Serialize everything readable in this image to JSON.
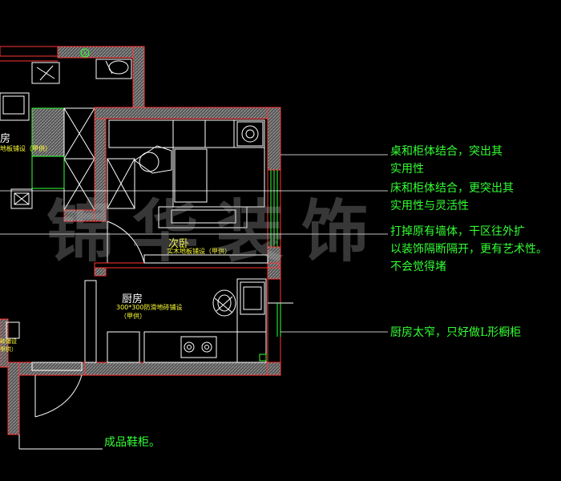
{
  "watermark": "锦华装饰",
  "colors": {
    "background": "#000000",
    "wall_outline": "#ff3333",
    "wall_hatch": "#8a8a8a",
    "furniture": "#ffffff",
    "annotation": "#33ff33",
    "room_note": "#ffff33",
    "leader_line": "#ffffff"
  },
  "rooms": {
    "left_room": {
      "name": "房",
      "floor": "地板铺设（甲供）"
    },
    "second_bedroom": {
      "name": "次卧",
      "floor": "实木地板铺设（甲供）"
    },
    "kitchen": {
      "name": "厨房",
      "floor_line1": "300*300防滑地砖铺设",
      "floor_line2": "（甲供）"
    },
    "left_edge": {
      "line1": "砖铺设",
      "line2": "甲供）"
    }
  },
  "annotations": [
    {
      "lines": [
        "桌和柜体结合，突出其",
        "实用性"
      ]
    },
    {
      "lines": [
        "床和柜体结合，更突出其",
        "实用性与灵活性"
      ]
    },
    {
      "lines": [
        "打掉原有墙体，干区往外扩",
        "以装饰隔断隔开，更有艺术性。",
        "不会觉得堵"
      ]
    },
    {
      "lines": [
        "厨房太窄，只好做L形橱柜"
      ]
    }
  ],
  "shoe_cabinet_note": "成品鞋柜。",
  "icons": [
    "axis-marker-icon",
    "stove-icon",
    "sink-icon",
    "table-icon",
    "door-swing-icon"
  ]
}
